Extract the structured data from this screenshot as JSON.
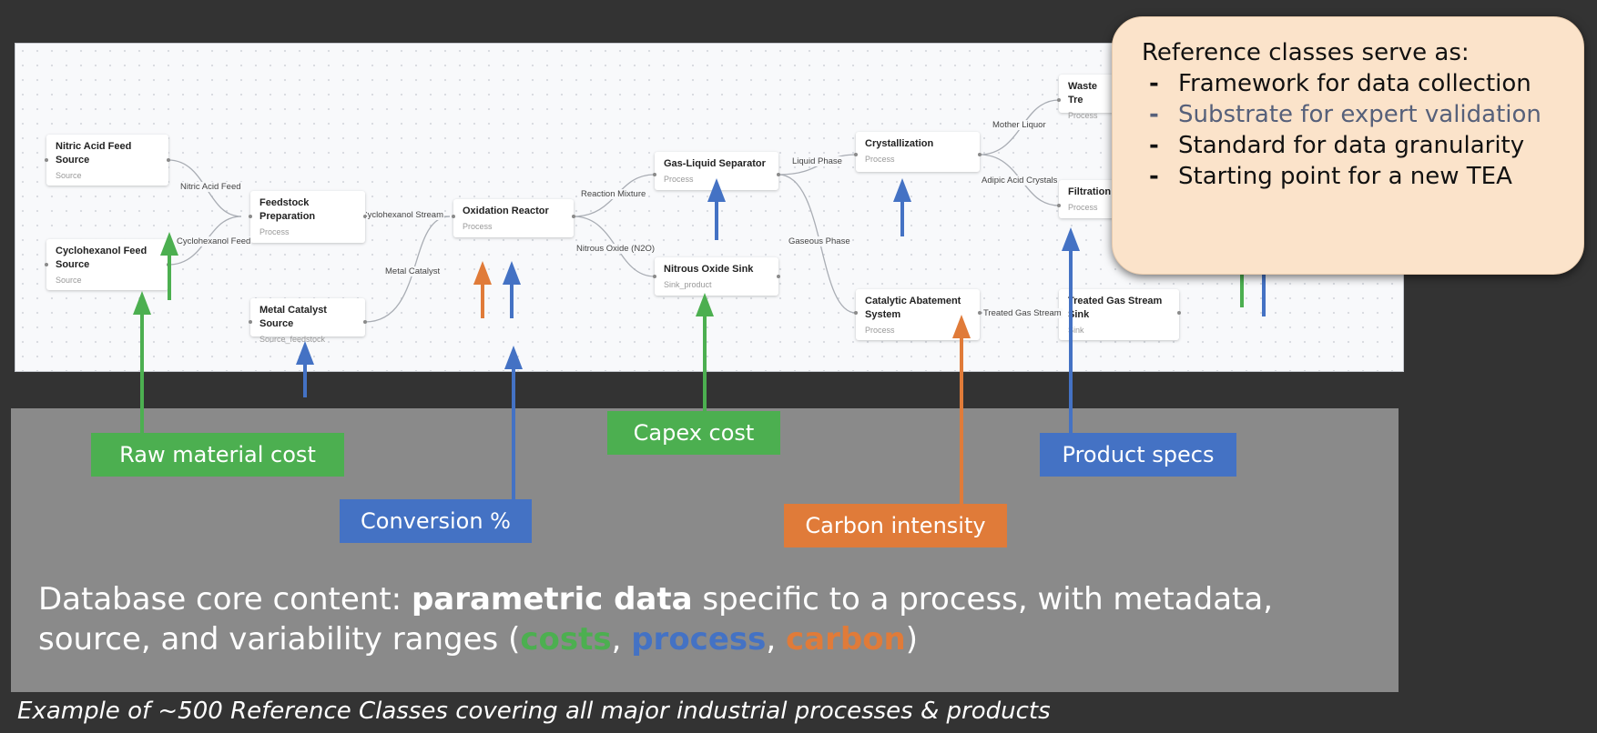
{
  "diagram": {
    "nodes": [
      {
        "id": "nitric",
        "title": "Nitric Acid Feed Source",
        "subtitle": "Source"
      },
      {
        "id": "cyclo",
        "title": "Cyclohexanol Feed Source",
        "subtitle": "Source"
      },
      {
        "id": "feedstock",
        "title": "Feedstock Preparation",
        "subtitle": "Process"
      },
      {
        "id": "metal",
        "title": "Metal Catalyst Source",
        "subtitle": "Source_feedstock"
      },
      {
        "id": "oxidation",
        "title": "Oxidation Reactor",
        "subtitle": "Process"
      },
      {
        "id": "gasliq",
        "title": "Gas-Liquid Separator",
        "subtitle": "Process"
      },
      {
        "id": "n2o",
        "title": "Nitrous Oxide Sink",
        "subtitle": "Sink_product"
      },
      {
        "id": "cryst",
        "title": "Crystallization",
        "subtitle": "Process"
      },
      {
        "id": "abate",
        "title": "Catalytic Abatement System",
        "subtitle": "Process"
      },
      {
        "id": "waste",
        "title": "Waste Tre",
        "subtitle": "Process"
      },
      {
        "id": "filtr",
        "title": "Filtration",
        "subtitle": "Process"
      },
      {
        "id": "treated",
        "title": "Treated Gas Stream Sink",
        "subtitle": "Sink"
      }
    ],
    "edges": [
      {
        "from": "nitric",
        "to": "feedstock",
        "label": "Nitric Acid Feed"
      },
      {
        "from": "cyclo",
        "to": "feedstock",
        "label": "Cyclohexanol Feed"
      },
      {
        "from": "feedstock",
        "to": "oxidation",
        "label": "Prepared Cyclohexanol Stream"
      },
      {
        "from": "metal",
        "to": "oxidation",
        "label": "Metal Catalyst"
      },
      {
        "from": "oxidation",
        "to": "gasliq",
        "label": "Reaction Mixture"
      },
      {
        "from": "oxidation",
        "to": "n2o",
        "label": "Nitrous Oxide (N2O)"
      },
      {
        "from": "gasliq",
        "to": "cryst",
        "label": "Liquid Phase"
      },
      {
        "from": "gasliq",
        "to": "abate",
        "label": "Gaseous Phase"
      },
      {
        "from": "cryst",
        "to": "waste",
        "label": "Mother Liquor"
      },
      {
        "from": "cryst",
        "to": "filtr",
        "label": "Adipic Acid Crystals"
      },
      {
        "from": "abate",
        "to": "treated",
        "label": "Treated Gas Stream"
      }
    ]
  },
  "tags": {
    "raw_material": "Raw material cost",
    "conversion": "Conversion %",
    "capex": "Capex cost",
    "carbon": "Carbon intensity",
    "product_specs": "Product specs"
  },
  "colors": {
    "green": "#4caf50",
    "blue": "#4472c4",
    "orange": "#e07b39"
  },
  "callout": {
    "heading": "Reference classes serve as:",
    "items": [
      "Framework for data collection",
      "Substrate for expert validation",
      "Standard for data granularity",
      "Starting point for a new TEA"
    ],
    "bullet": "-"
  },
  "core": {
    "prefix": "Database core content: ",
    "bold": "parametric data",
    "middle": " specific to a process, with metadata, source, and variability ranges (",
    "costs": "costs",
    "sep1": ", ",
    "process": "process",
    "sep2": ", ",
    "carbon": "carbon",
    "suffix": ")"
  },
  "caption": "Example of ~500 Reference Classes covering all major industrial processes & products"
}
